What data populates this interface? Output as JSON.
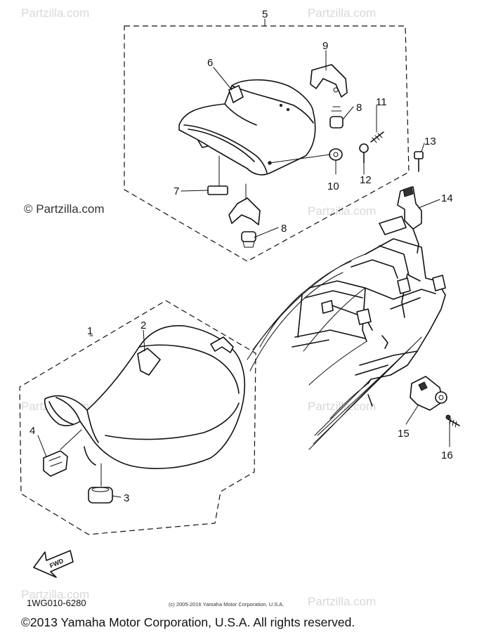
{
  "watermarks": {
    "brand": "Partzilla.com",
    "labeled": "© Partzilla.com"
  },
  "diagram": {
    "part_code": "1WG010-6280",
    "small_copyright": "(c) 2005-2016 Yamaha Motor Corporation, U.S.A.",
    "fwd_label": "FWD",
    "callouts": [
      "1",
      "2",
      "3",
      "4",
      "5",
      "6",
      "7",
      "8",
      "8",
      "9",
      "10",
      "11",
      "12",
      "13",
      "14",
      "15",
      "16"
    ]
  },
  "footer": {
    "copyright": "©2013 Yamaha Motor Corporation, U.S.A. All rights reserved."
  },
  "colors": {
    "ink": "#111111",
    "watermark": "#d8d8d8",
    "background": "#ffffff"
  }
}
